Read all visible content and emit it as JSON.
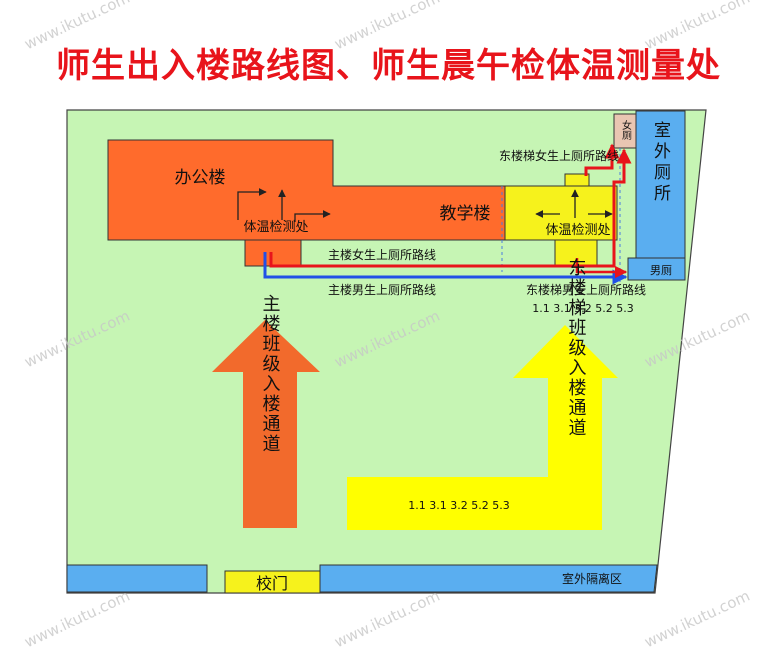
{
  "title": "师生出入楼路线图、师生晨午检体温测量处",
  "labels": {
    "office_building": "办公楼",
    "teaching_building": "教学楼",
    "temp_check_office": "体温检测处",
    "temp_check_east": "体温检测处",
    "toilet_women": "女厕",
    "toilet_outdoor": "室外厕所",
    "toilet_men": "男厕",
    "route_east_girls": "东楼梯女生上厕所路线",
    "route_main_girls": "主楼女生上厕所路线",
    "route_main_boys": "主楼男生上厕所路线",
    "route_east_boys": "东楼梯男生上厕所路线",
    "east_boys_classes": "1.1  3.1  3.2  5.2  5.3",
    "main_entry": "主楼班级入楼通道",
    "east_entry": "东楼梯班级入楼通道",
    "east_entry_classes": "1.1  3.1  3.2  5.2  5.3",
    "gate": "校门",
    "isolation": "室外隔离区"
  },
  "watermark": "www.ikutu.com",
  "colors": {
    "title": "#e8141b",
    "ground": "#c6f5b4",
    "building_orange": "#ff6b2c",
    "building_yellow": "#f6f21c",
    "blue_block": "#5aaef0",
    "route_red": "#e8141b",
    "route_blue": "#2150e6",
    "arrow_orange": "#f26a2c",
    "arrow_yellow": "#ffff00",
    "toilet_women": "#e9c6b2"
  }
}
